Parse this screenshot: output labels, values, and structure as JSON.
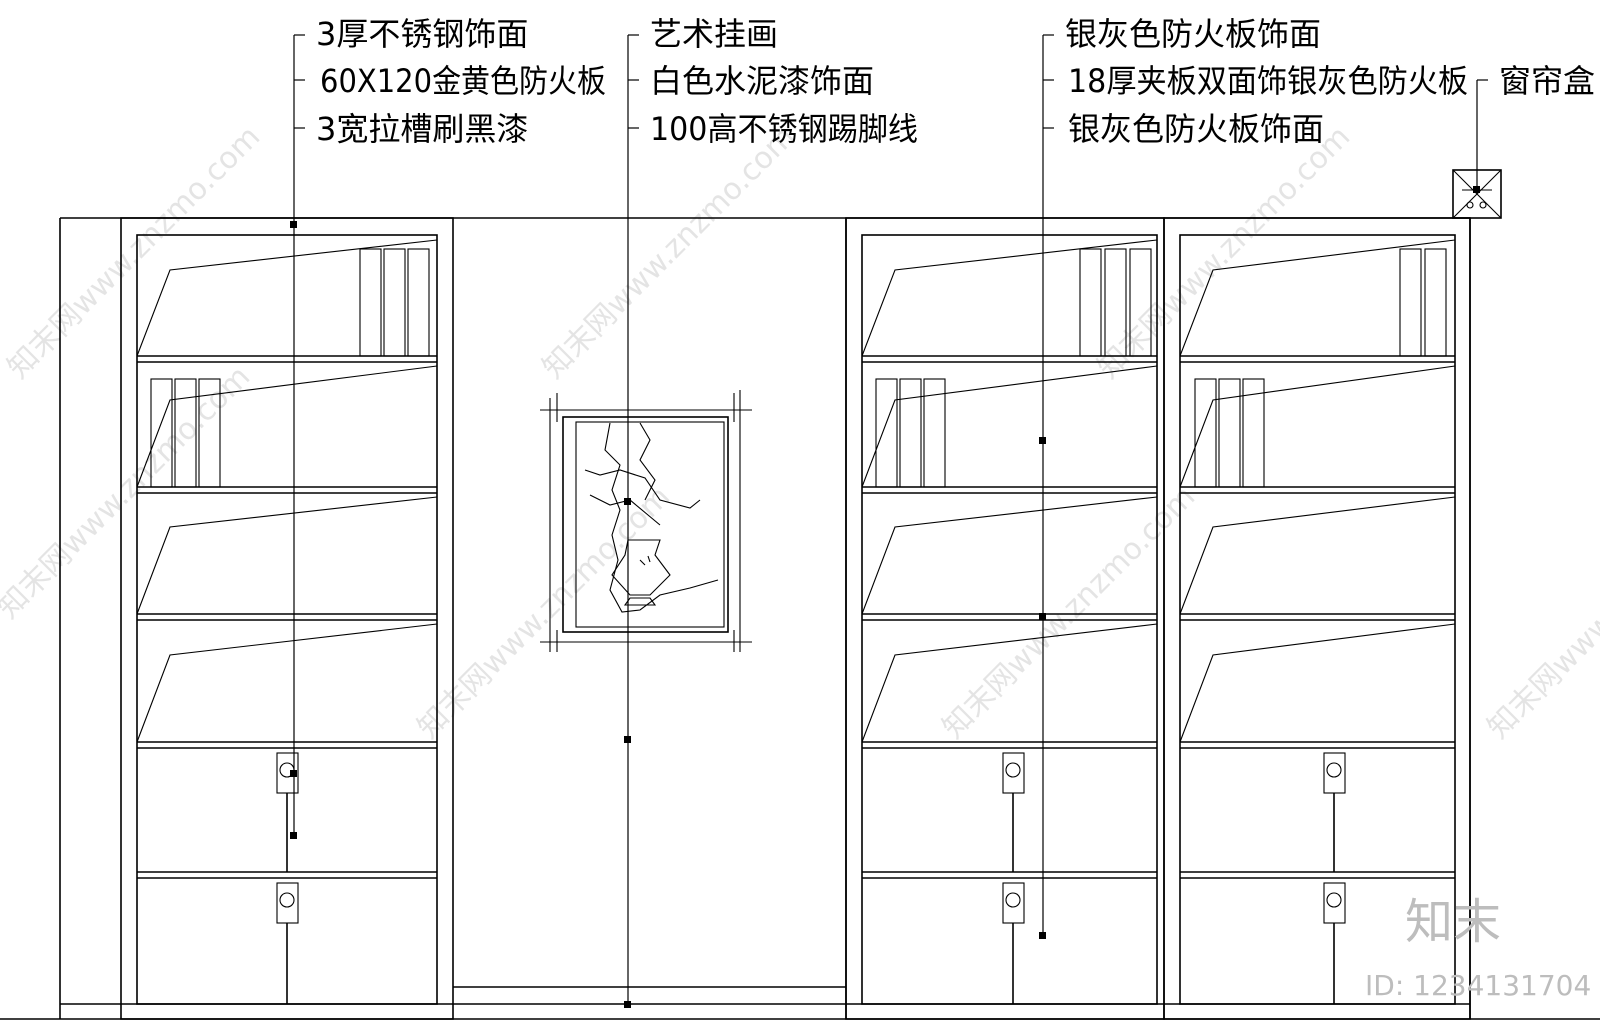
{
  "labels": {
    "left": [
      "3厚不锈钢饰面",
      "60X120金黄色防火板",
      "3宽拉槽刷黑漆"
    ],
    "middle": [
      "艺术挂画",
      "白色水泥漆饰面",
      "100高不锈钢踢脚线"
    ],
    "right": [
      "银灰色防火板饰面",
      "18厚夹板双面饰银灰色防火板",
      "银灰色防火板饰面"
    ],
    "curtain": "窗帘盒"
  },
  "watermark": {
    "text": "知末网www.znzmo.com",
    "logo": "知末",
    "id_text": "ID: 1234131704"
  }
}
